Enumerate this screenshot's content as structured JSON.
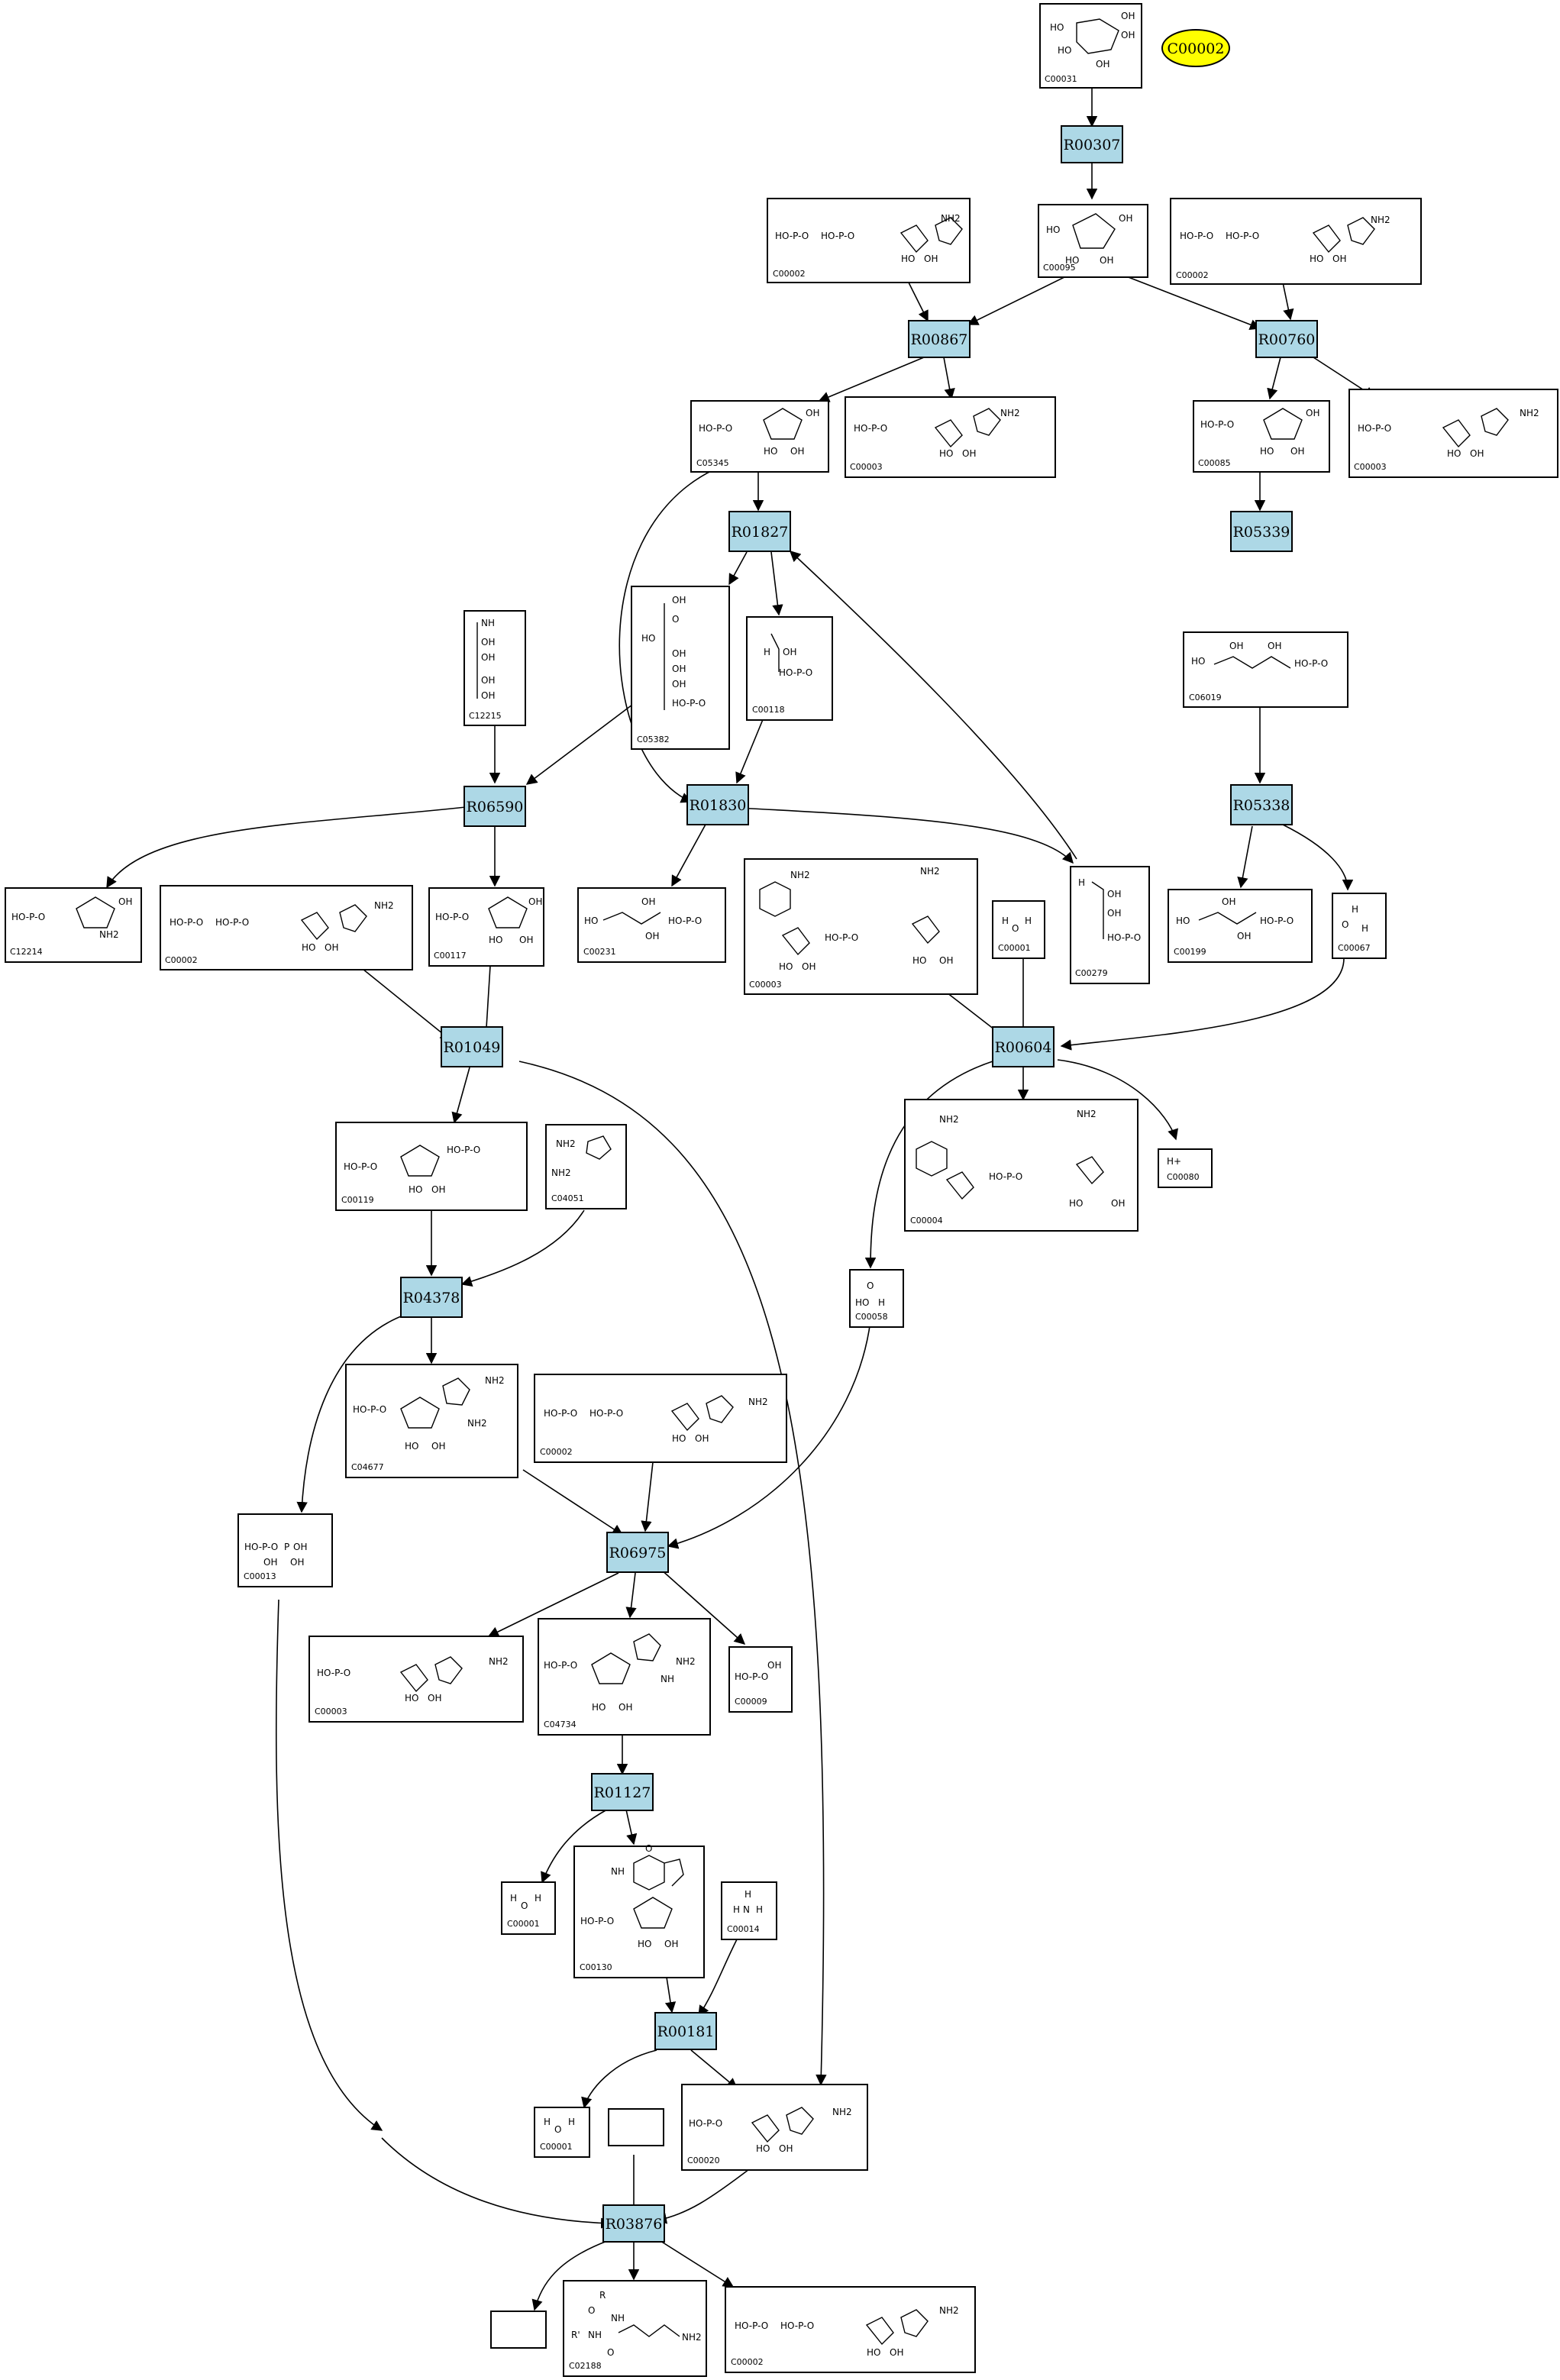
{
  "legend": {
    "label": "C00002",
    "color": "#ffff00"
  },
  "reactions": [
    "R00307",
    "R00867",
    "R00760",
    "R01827",
    "R05339",
    "R01830",
    "R05338",
    "R06590",
    "R00604",
    "R01049",
    "R04378",
    "R06975",
    "R01127",
    "R00181",
    "R03876"
  ],
  "compounds": {
    "C00031": "C00031",
    "C00095": "C00095",
    "C00002": "C00002",
    "C00003": "C00003",
    "C05345": "C05345",
    "C00085": "C00085",
    "C05382": "C05382",
    "C00118": "C00118",
    "C12215": "C12215",
    "C06019": "C06019",
    "C12214": "C12214",
    "C00117": "C00117",
    "C00231": "C00231",
    "C00001": "C00001",
    "C00279": "C00279",
    "C00199": "C00199",
    "C00067": "C00067",
    "C00119": "C00119",
    "C04051": "C04051",
    "C00004": "C00004",
    "C00080": "C00080",
    "C00058": "C00058",
    "C04677": "C04677",
    "C00013": "C00013",
    "C04734": "C04734",
    "C00009": "C00009",
    "C00130": "C00130",
    "C00014": "C00014",
    "C00020": "C00020",
    "C02188": "C02188"
  },
  "molecule_text": {
    "oh": "OH",
    "ho": "HO",
    "ho_p": "HO-P-O",
    "p": "P",
    "o": "O",
    "nh2": "NH2",
    "h": "H",
    "n": "N",
    "nh": "NH",
    "hplus": "H+",
    "r": "R",
    "rprime": "R'",
    "nh2_short": "NH2"
  }
}
